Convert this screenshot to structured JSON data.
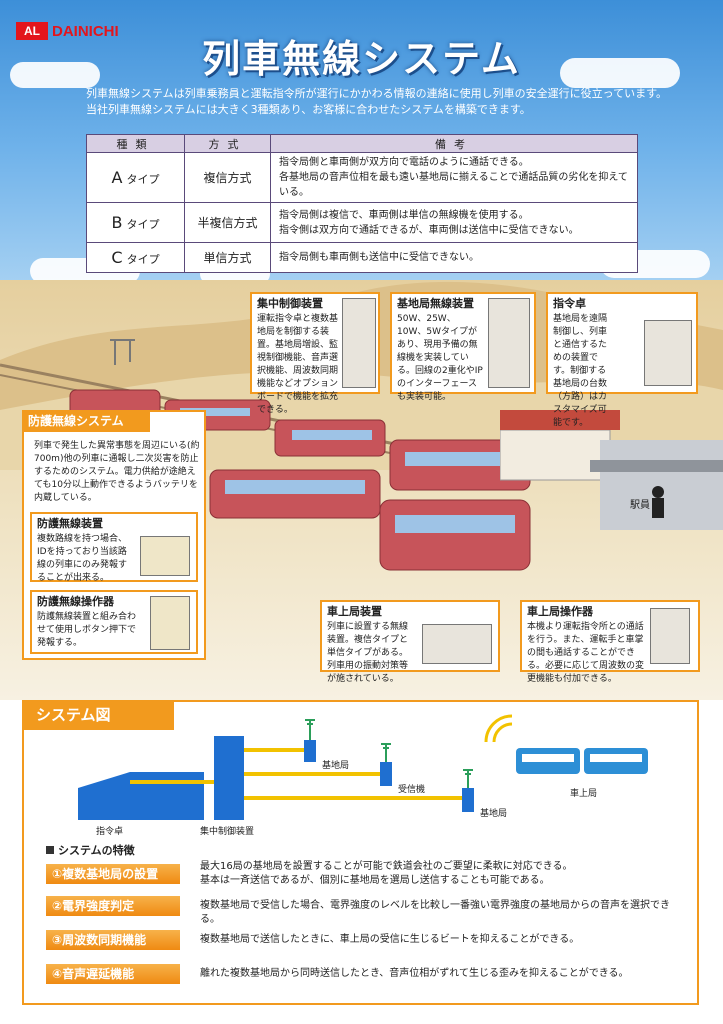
{
  "brand": {
    "logo_mark": "AL",
    "name": "DAINICHI"
  },
  "title": "列車無線システム",
  "intro": [
    "列車無線システムは列車乗務員と運転指令所が運行にかかわる情報の連絡に使用し列車の安全運行に役立っています。",
    "当社列車無線システムには大きく3種類あり、お客様に合わせたシステムを構築できます。"
  ],
  "type_table": {
    "headers": [
      "種類",
      "方式",
      "備考"
    ],
    "rows": [
      {
        "letter": "A",
        "suffix": "タイプ",
        "method": "複信方式",
        "notes": [
          "指令局側と車両側が双方向で電話のように通話できる。",
          "各基地局の音声位相を最も遠い基地局に揃えることで通話品質の劣化を抑えている。"
        ]
      },
      {
        "letter": "B",
        "suffix": "タイプ",
        "method": "半複信方式",
        "notes": [
          "指令局側は複信で、車両側は単信の無線機を使用する。",
          "指令側は双方向で通話できるが、車両側は送信中に受信できない。"
        ]
      },
      {
        "letter": "C",
        "suffix": "タイプ",
        "method": "単信方式",
        "notes": [
          "指令局側も車両側も送信中に受信できない。"
        ]
      }
    ]
  },
  "callouts": {
    "central": {
      "title": "集中制御装置",
      "text": "運転指令卓と複数基地局を制御する装置。基地局増設、監視制御機能、音声選択機能、周波数同期機能などオプションボードで機能を拡充できる。"
    },
    "base": {
      "title": "基地局無線装置",
      "text": "50W、25W、10W、5Wタイプがあり、現用予備の無線機を実装している。回線の2重化やIPのインターフェースも実装可能。"
    },
    "console": {
      "title": "指令卓",
      "text": "基地局を遠隔制御し、列車と通信するための装置です。制御する基地局の台数（方路）はカスタマイズ可能です。"
    },
    "onboard": {
      "title": "車上局装置",
      "text": "列車に設置する無線装置。複信タイプと単信タイプがある。列車用の振動対策等が施されている。"
    },
    "onboard_op": {
      "title": "車上局操作器",
      "text": "本機より運転指令所との通話を行う。また、運転手と車掌の間も通話することができる。必要に応じて周波数の変更機能も付加できる。"
    }
  },
  "guard": {
    "title": "防護無線システム",
    "desc": "列車で発生した異常事態を周辺にいる(約700m)他の列車に通報し二次災害を防止するためのシステム。電力供給が途絶えても10分以上動作できるようバッテリを内蔵している。",
    "unit": {
      "title": "防護無線装置",
      "text": "複数路線を持つ場合、IDを持っており当該路線の列車にのみ発報することが出来る。"
    },
    "operator": {
      "title": "防護無線操作器",
      "text": "防護無線装置と組み合わせて使用しボタン押下で発報する。"
    }
  },
  "station_label": "駅員",
  "system": {
    "title": "システム図",
    "labels": {
      "console": "指令卓",
      "central": "集中制御装置",
      "base1": "基地局",
      "receiver": "受信機",
      "base2": "基地局",
      "onboard": "車上局"
    },
    "features_heading": "システムの特徴",
    "features": [
      {
        "label": "①複数基地局の設置",
        "lines": [
          "最大16局の基地局を設置することが可能で鉄道会社のご要望に柔軟に対応できる。",
          "基本は一斉送信であるが、個別に基地局を選局し送信することも可能である。"
        ]
      },
      {
        "label": "②電界強度判定",
        "lines": [
          "複数基地局で受信した場合、電界強度のレベルを比較し一番強い電界強度の基地局からの音声を選択できる。"
        ]
      },
      {
        "label": "③周波数同期機能",
        "lines": [
          "複数基地局で送信したときに、車上局の受信に生じるビートを抑えることができる。"
        ]
      },
      {
        "label": "④音声遅延機能",
        "lines": [
          "離れた複数基地局から同時送信したとき、音声位相がずれて生じる歪みを抑えることができる。"
        ]
      }
    ]
  },
  "colors": {
    "accent": "#f29a1e",
    "brand_red": "#e3151c",
    "blue": "#1f6fd0",
    "yellow": "#f2c200",
    "train": "#c7545a"
  }
}
